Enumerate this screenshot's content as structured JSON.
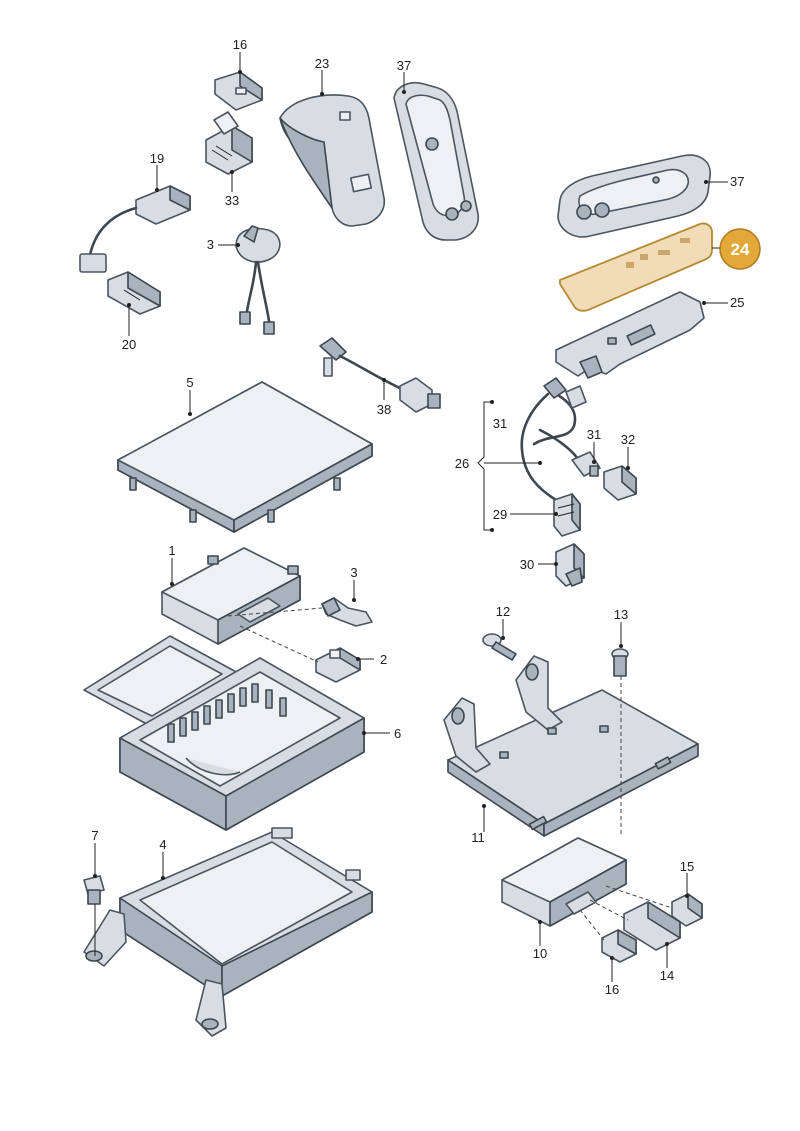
{
  "labels": [
    {
      "id": "p16a",
      "text": "16"
    },
    {
      "id": "p23",
      "text": "23"
    },
    {
      "id": "p37a",
      "text": "37"
    },
    {
      "id": "p19",
      "text": "19"
    },
    {
      "id": "p33",
      "text": "33"
    },
    {
      "id": "p37b",
      "text": "37"
    },
    {
      "id": "p3a",
      "text": "3"
    },
    {
      "id": "p20",
      "text": "20"
    },
    {
      "id": "p25",
      "text": "25"
    },
    {
      "id": "p5",
      "text": "5"
    },
    {
      "id": "p38",
      "text": "38"
    },
    {
      "id": "p31a",
      "text": "31"
    },
    {
      "id": "p31b",
      "text": "31"
    },
    {
      "id": "p32",
      "text": "32"
    },
    {
      "id": "p26",
      "text": "26"
    },
    {
      "id": "p29",
      "text": "29"
    },
    {
      "id": "p30",
      "text": "30"
    },
    {
      "id": "p1",
      "text": "1"
    },
    {
      "id": "p3b",
      "text": "3"
    },
    {
      "id": "p2",
      "text": "2"
    },
    {
      "id": "p12",
      "text": "12"
    },
    {
      "id": "p13",
      "text": "13"
    },
    {
      "id": "p6",
      "text": "6"
    },
    {
      "id": "p11",
      "text": "11"
    },
    {
      "id": "p7",
      "text": "7"
    },
    {
      "id": "p4",
      "text": "4"
    },
    {
      "id": "p15",
      "text": "15"
    },
    {
      "id": "p10",
      "text": "10"
    },
    {
      "id": "p16b",
      "text": "16"
    },
    {
      "id": "p14",
      "text": "14"
    }
  ],
  "highlight": {
    "text": "24"
  },
  "colors": {
    "highlight": "#e2a93a",
    "highlight_part": "#f1dcb7",
    "part": "#d7dde3",
    "stroke": "#4a5560"
  }
}
